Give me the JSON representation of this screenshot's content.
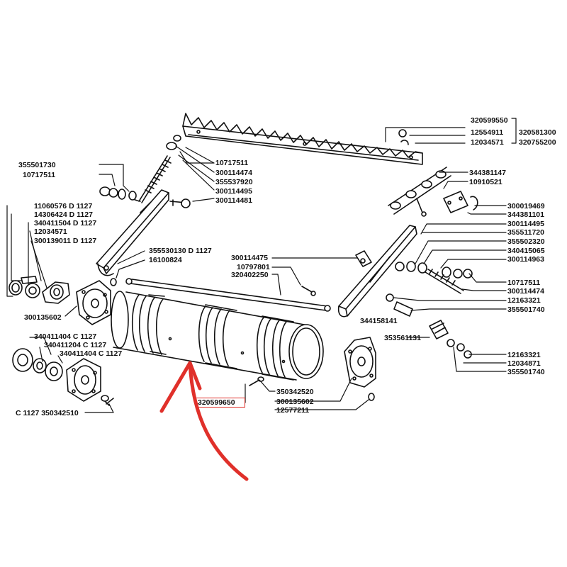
{
  "diagram": {
    "highlighted_part": "320599650",
    "arrow_color": "#e0302a",
    "labels": {
      "l320599550": "320599550",
      "l12554911": "12554911",
      "l12034571_top": "12034571",
      "l320581300": "320581300",
      "l320755200": "320755200",
      "l10717511_top": "10717511",
      "l300114474_top": "300114474",
      "l355537920": "355537920",
      "l300114495_top": "300114495",
      "l300114481": "300114481",
      "l355501730": "355501730",
      "l10717511_left": "10717511",
      "l344381147": "344381147",
      "l10910521": "10910521",
      "l300019469": "300019469",
      "l344381101": "344381101",
      "l300114495_right": "300114495",
      "l355511720": "355511720",
      "l355502320": "355502320",
      "l340415065": "340415065",
      "l300114963": "300114963",
      "l10717511_right": "10717511",
      "l300114474_right": "300114474",
      "l12163321_a": "12163321",
      "l355501740_a": "355501740",
      "l344158141": "344158141",
      "l353561131": "353561131",
      "l12163321_b": "12163321",
      "l12034871": "12034871",
      "l355501740_b": "355501740",
      "l11060576": "11060576",
      "l14306424": "14306424",
      "l340411504_left": "340411504",
      "l12034571_left": "12034571",
      "l300139011": "300139011",
      "l300135602_left": "300135602",
      "l355530130": "355530130",
      "l16100824": "16100824",
      "l300114475": "300114475",
      "l10797801": "10797801",
      "l320402250": "320402250",
      "l340411404_a": "340411404",
      "l340411204": "340411204",
      "l340411404_b": "340411404",
      "l350342510": "350342510",
      "l350342520": "350342520",
      "l300135602_right": "300135602",
      "l12577211": "12577211",
      "l320599650": "320599650",
      "suffix_D": "D 1127",
      "suffix_C": "C 1127"
    }
  }
}
